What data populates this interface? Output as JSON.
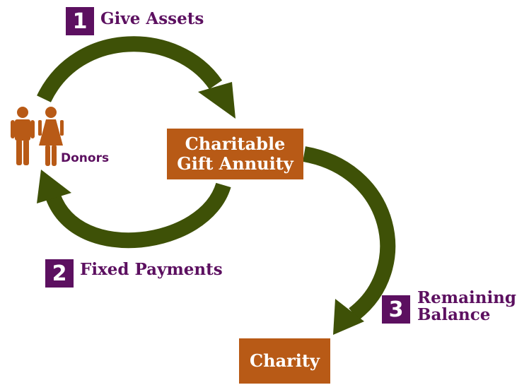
{
  "colors": {
    "arrow": "#3e5107",
    "box": "#b85a16",
    "accent": "#5c1060",
    "box_text": "#ffffff"
  },
  "donors": {
    "label": "Donors",
    "icons": [
      "man-icon",
      "woman-icon"
    ]
  },
  "annuity_box": {
    "line1": "Charitable",
    "line2": "Gift Annuity"
  },
  "charity_box": {
    "label": "Charity"
  },
  "steps": [
    {
      "number": "1",
      "label": "Give Assets"
    },
    {
      "number": "2",
      "label": "Fixed Payments"
    },
    {
      "number": "3",
      "line1": "Remaining",
      "line2": "Balance"
    }
  ]
}
